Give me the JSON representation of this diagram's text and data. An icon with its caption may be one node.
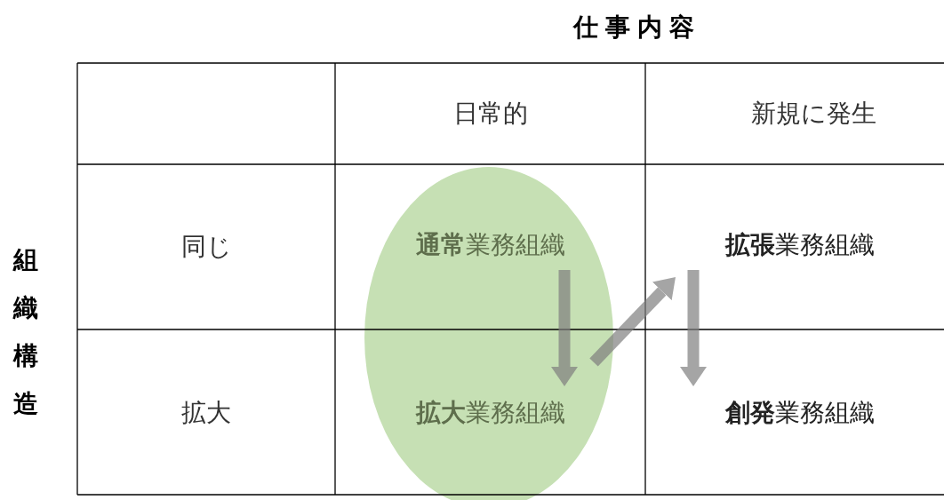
{
  "diagram": {
    "title": "仕事内容",
    "nodes": [
      {
        "text": [
          "**通常**業務組織"
        ]
      },
      {
        "text": [
          "**拡大**業務組織"
        ]
      },
      {
        "text": [
          "**拡張**業務組織"
        ]
      },
      {
        "text": [
          "**創発**業務組織"
        ]
      }
    ],
    "edges": [
      {
        "from": 0,
        "to": 1,
        "arrow": "to"
      },
      {
        "from": 1,
        "to": 2,
        "arrow": "to"
      },
      {
        "from": 2,
        "to": 3,
        "arrow": "to"
      }
    ],
    "labels": [
      "組織構造",
      "日常的",
      "新規に発生",
      "同じ",
      "拡大"
    ]
  }
}
